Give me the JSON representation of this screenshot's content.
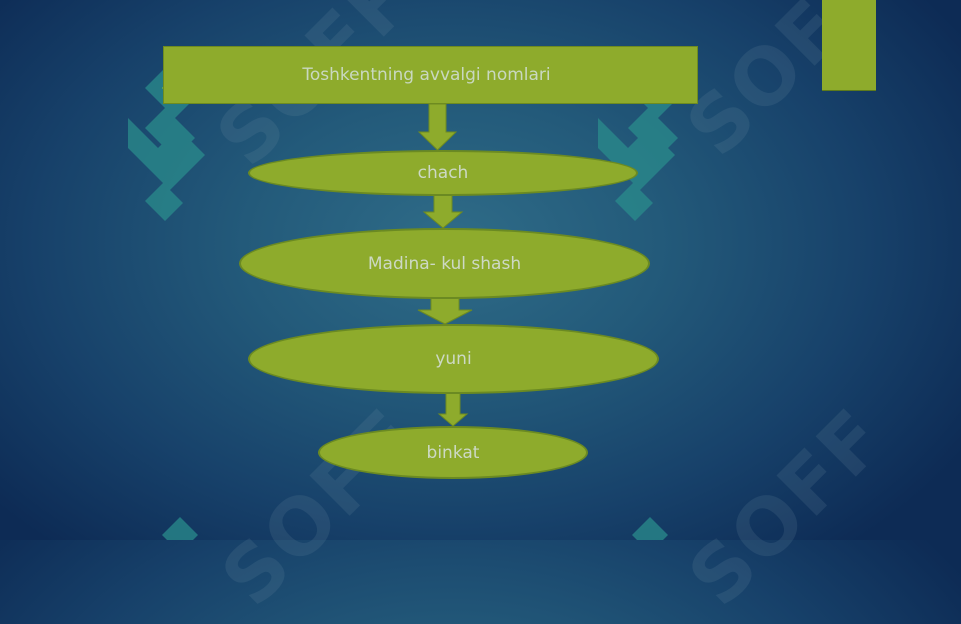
{
  "slide": {
    "title": "Toshkentning avvalgi nomlari",
    "nodes": [
      {
        "label": "chach"
      },
      {
        "label": "Madina- kul shash"
      },
      {
        "label": "yuni"
      },
      {
        "label": "binkat"
      }
    ],
    "watermark": "SOFF"
  },
  "colors": {
    "accent": "#8eab2c",
    "background": "#1f5275"
  }
}
